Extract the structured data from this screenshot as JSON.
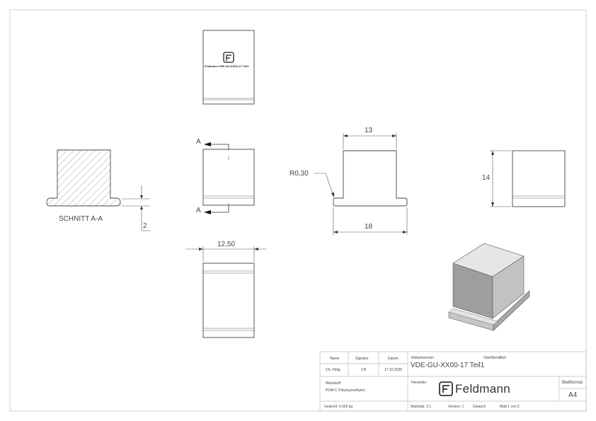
{
  "views": {
    "section_label": "SCHNITT A-A",
    "section_marker": "A",
    "engraving": {
      "text": "Feldmann VDE-GU-XX00-17 Teil1"
    },
    "dimensions": {
      "top_width": "13",
      "base_width": "18",
      "radius": "R0,30",
      "height": "14",
      "depth": "12,50",
      "flange": "2"
    }
  },
  "title_block": {
    "headers": {
      "name": "Name",
      "signature": "Signatur",
      "date": "Datum"
    },
    "row": {
      "name": "Ch. Hölig",
      "signature": "CH",
      "date": "17.10.2025"
    },
    "article_label": "Artikelnummer",
    "surface_label": "Oberfläche:",
    "surface_value": "Roh",
    "article_number": "VDE-GU-XX00-17 Teil1",
    "material_label": "Werkstoff:",
    "material_value": "POM-C Polyoxymethylen",
    "manufacturer_label": "Hersteller",
    "brand": "Feldmann",
    "format_label": "Blattformat",
    "format_value": "A4",
    "weight": "Gewicht: 0.003 kg",
    "scale": "Maßstab: 2:1",
    "version": "Version: 1",
    "language": "Deutsch",
    "sheet": "Blatt 1 von 5"
  }
}
